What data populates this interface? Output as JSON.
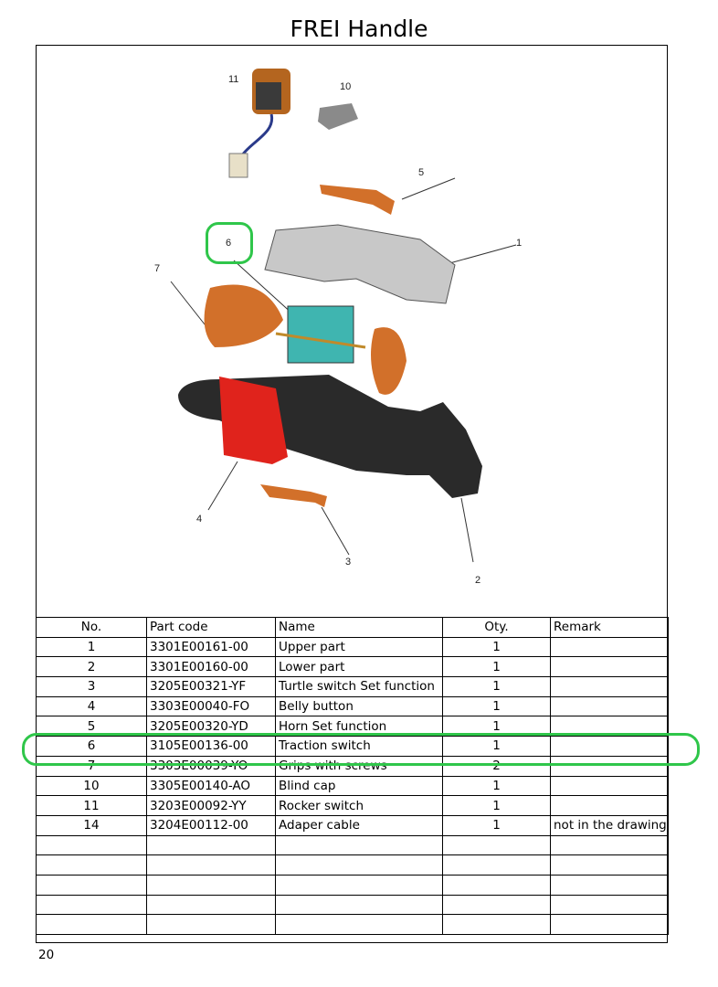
{
  "page": {
    "title": "FREI Handle",
    "page_number": "20"
  },
  "callouts": [
    "11",
    "10",
    "5",
    "6",
    "1",
    "7",
    "4",
    "3",
    "2"
  ],
  "table": {
    "headers": [
      "No.",
      "Part code",
      "Name",
      "Oty.",
      "Remark"
    ],
    "rows": [
      [
        "1",
        "3301E00161-00",
        "Upper part",
        "1",
        ""
      ],
      [
        "2",
        "3301E00160-00",
        "Lower part",
        "1",
        ""
      ],
      [
        "3",
        "3205E00321-YF",
        "Turtle switch Set function",
        "1",
        ""
      ],
      [
        "4",
        "3303E00040-FO",
        "Belly button",
        "1",
        ""
      ],
      [
        "5",
        "3205E00320-YD",
        "Horn Set function",
        "1",
        ""
      ],
      [
        "6",
        "3105E00136-00",
        "Traction switch",
        "1",
        ""
      ],
      [
        "7",
        "3303E00039-YO",
        "Grips with screws",
        "2",
        ""
      ],
      [
        "10",
        "3305E00140-AO",
        "Blind cap",
        "1",
        ""
      ],
      [
        "11",
        "3203E00092-YY",
        "Rocker switch",
        "1",
        ""
      ],
      [
        "14",
        "3204E00112-00",
        "Adaper cable",
        "1",
        "not in the drawing"
      ],
      [
        "",
        "",
        "",
        "",
        ""
      ],
      [
        "",
        "",
        "",
        "",
        ""
      ],
      [
        "",
        "",
        "",
        "",
        ""
      ],
      [
        "",
        "",
        "",
        "",
        ""
      ],
      [
        "",
        "",
        "",
        "",
        ""
      ]
    ]
  },
  "colors": {
    "highlight": "#2fc64a",
    "orange_part": "#d2702a",
    "red_part": "#e0231c",
    "teal_part": "#3fb5b0",
    "dark_part": "#2a2a2a"
  }
}
